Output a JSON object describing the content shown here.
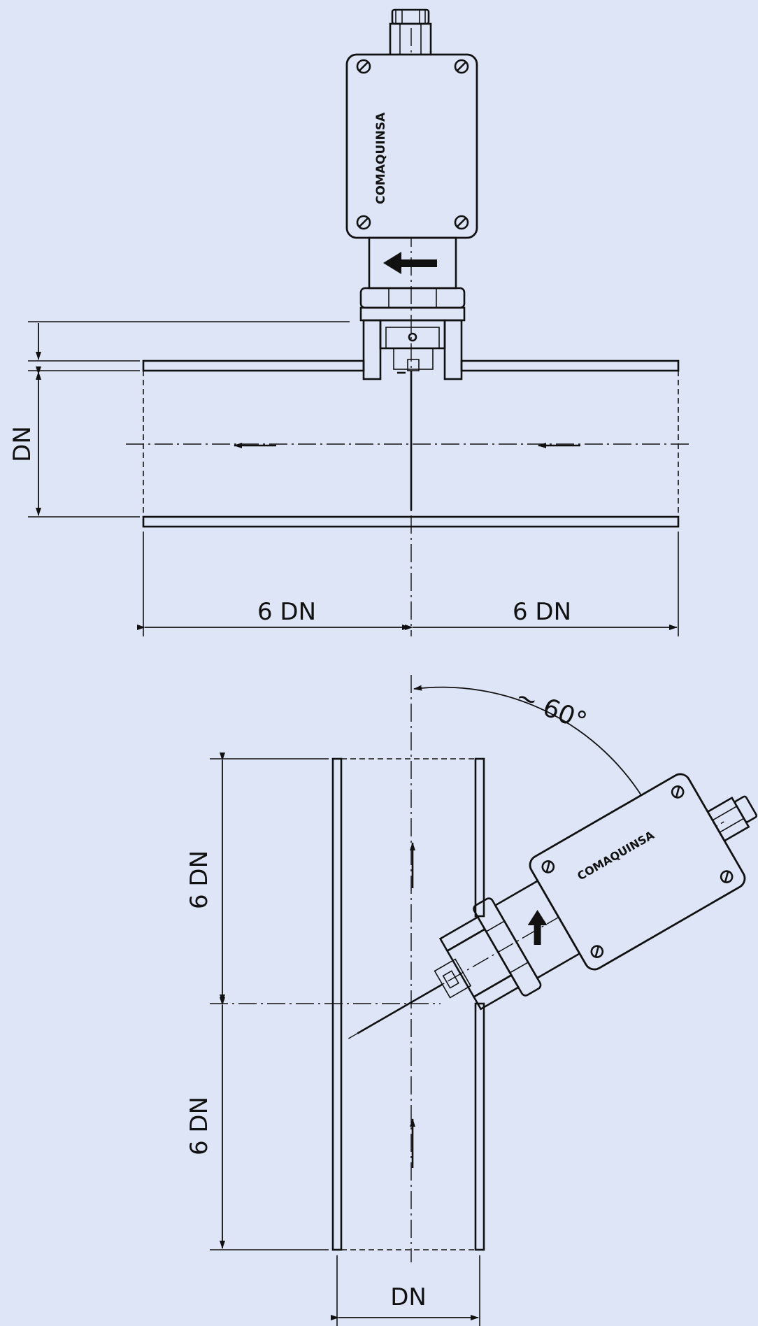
{
  "diagram": {
    "background": "#dde5f7",
    "ink": "#111111",
    "top_view": {
      "brand": "COMAQUINSA",
      "upstream_label": "6 DN",
      "downstream_label": "6 DN",
      "diameter_label": "DN"
    },
    "bottom_view": {
      "brand": "COMAQUINSA",
      "angle_label": "~ 60°",
      "upper_length_label": "6 DN",
      "lower_length_label": "6 DN",
      "diameter_label": "DN"
    }
  }
}
